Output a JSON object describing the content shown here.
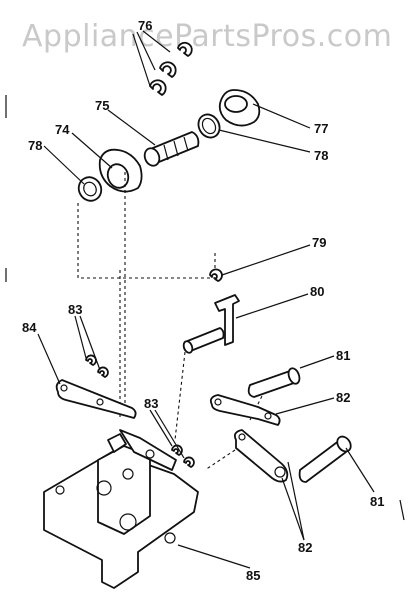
{
  "watermark": "AppliancePartsPros.com",
  "callouts": {
    "c76": "76",
    "c75": "75",
    "c74": "74",
    "c77": "77",
    "c78a": "78",
    "c78b": "78",
    "c79": "79",
    "c80": "80",
    "c83a": "83",
    "c84": "84",
    "c81a": "81",
    "c82a": "82",
    "c83b": "83",
    "c81b": "81",
    "c82b": "82",
    "c85": "85"
  }
}
